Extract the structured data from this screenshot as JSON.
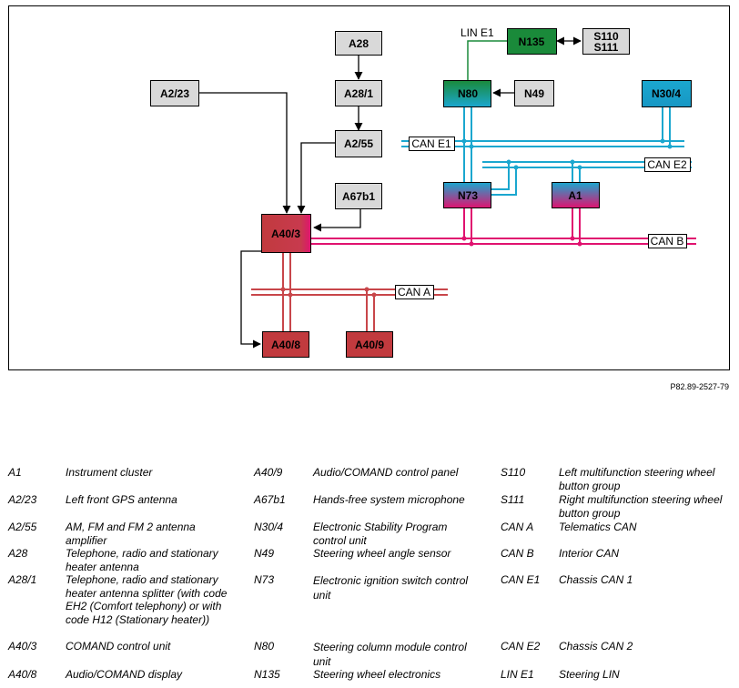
{
  "diagram": {
    "reference": "P82.89-2527-79",
    "nodes": {
      "A28": "A28",
      "A28_1": "A28/1",
      "A2_55": "A2/55",
      "A2_23": "A2/23",
      "A67b1": "A67b1",
      "A40_3": "A40/3",
      "A40_8": "A40/8",
      "A40_9": "A40/9",
      "N135": "N135",
      "S110_S111": [
        "S110",
        "S111"
      ],
      "N80": "N80",
      "N49": "N49",
      "N30_4": "N30/4",
      "N73": "N73",
      "A1": "A1"
    },
    "buses": {
      "lin_e1": "LIN E1",
      "can_e1": "CAN E1",
      "can_e2": "CAN E2",
      "can_b": "CAN B",
      "can_a": "CAN A"
    },
    "colors": {
      "grey_box": "#d9d9d9",
      "green": "#1a8a3a",
      "can_e_cyan": "#1ba7cf",
      "can_b_magenta": "#e0126f",
      "can_a_red": "#c8464a",
      "a40_red": "#c13a3e"
    }
  },
  "legend": [
    [
      {
        "code": "A1",
        "desc": "Instrument cluster"
      },
      {
        "code": "A40/9",
        "desc": "Audio/COMAND control panel"
      },
      {
        "code": "S110",
        "desc": "Left multifunction steering wheel button group"
      }
    ],
    [
      {
        "code": "A2/23",
        "desc": "Left front GPS antenna"
      },
      {
        "code": "A67b1",
        "desc": "Hands-free system microphone"
      },
      {
        "code": "S111",
        "desc": "Right multifunction steering wheel button group"
      }
    ],
    [
      {
        "code": "A2/55",
        "desc": "AM, FM and FM 2 antenna amplifier"
      },
      {
        "code": "N30/4",
        "desc": "Electronic Stability Program control unit"
      },
      {
        "code": "CAN A",
        "desc": "Telematics CAN"
      }
    ],
    [
      {
        "code": "A28",
        "desc": "Telephone, radio and stationary heater antenna"
      },
      {
        "code": "N49",
        "desc": "Steering wheel angle sensor"
      },
      {
        "code": "CAN B",
        "desc": "Interior CAN"
      }
    ],
    [
      {
        "code": "A28/1",
        "desc": "Telephone, radio and stationary heater antenna splitter (with code EH2 (Comfort telephony) or with code H12 (Stationary heater))"
      },
      {
        "code": "N73",
        "desc": "Electronic ignition switch control unit"
      },
      {
        "code": "CAN E1",
        "desc": "Chassis CAN 1"
      }
    ],
    [
      {
        "code": "A40/3",
        "desc": "COMAND control unit"
      },
      {
        "code": "N80",
        "desc": "Steering column module control unit"
      },
      {
        "code": "CAN E2",
        "desc": "Chassis CAN 2"
      }
    ],
    [
      {
        "code": "A40/8",
        "desc": "Audio/COMAND display"
      },
      {
        "code": "N135",
        "desc": "Steering wheel electronics"
      },
      {
        "code": "LIN E1",
        "desc": "Steering LIN"
      }
    ]
  ]
}
